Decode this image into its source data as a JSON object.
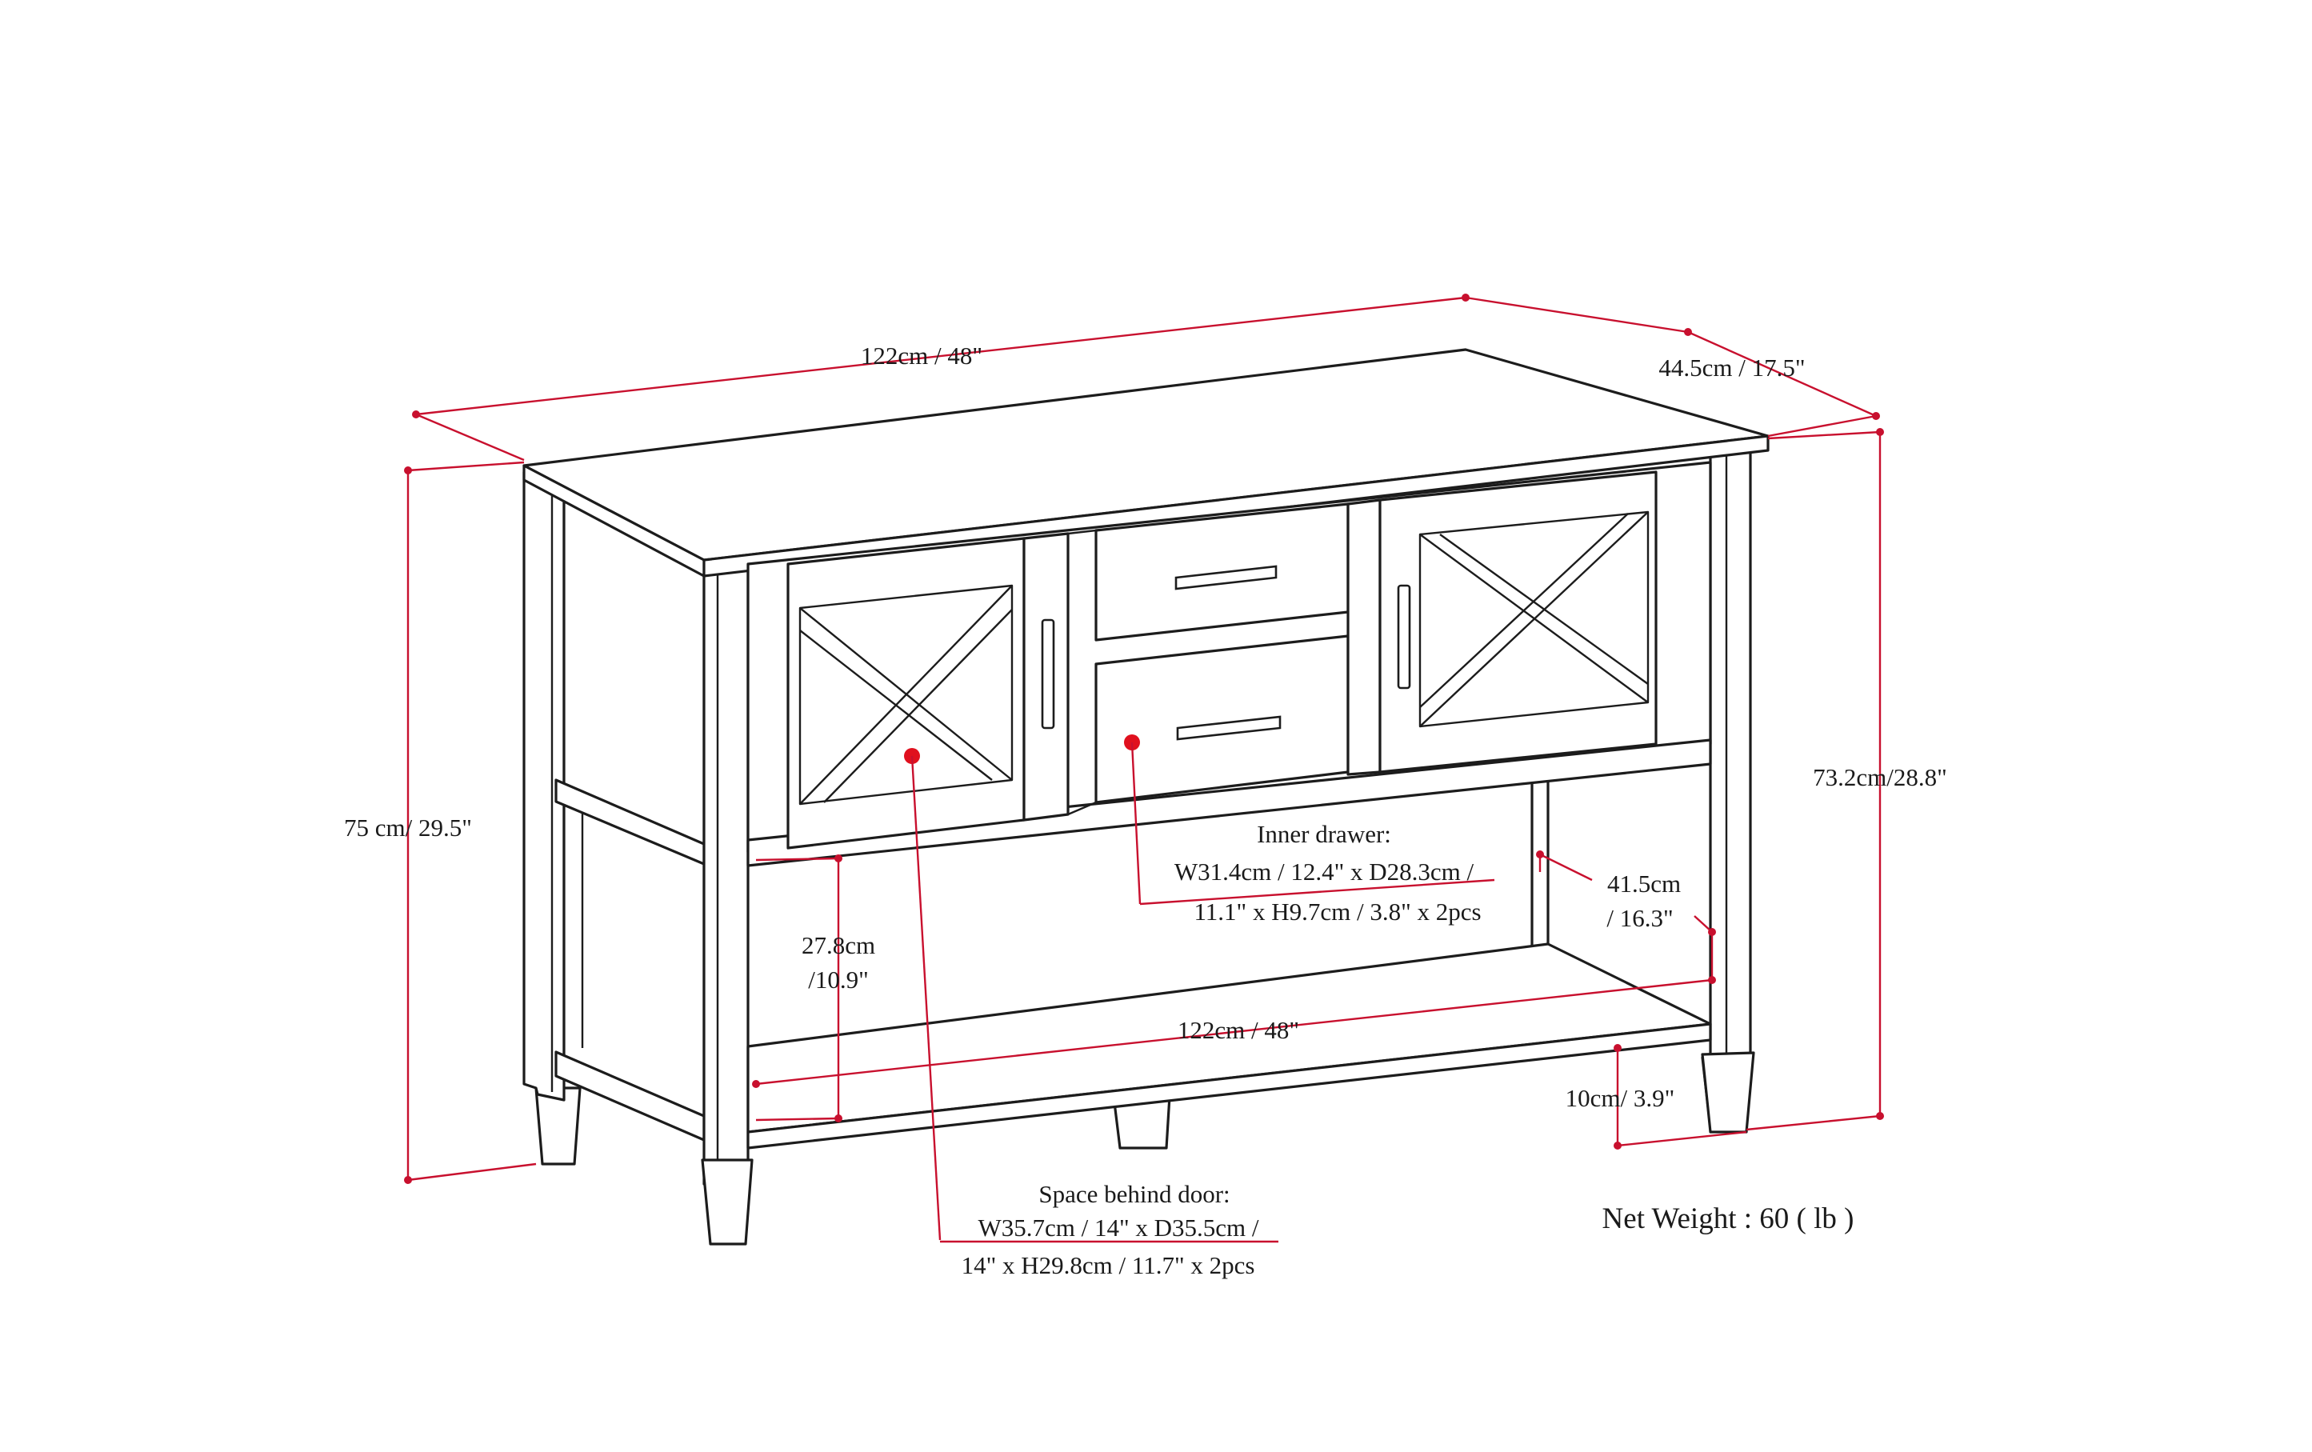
{
  "accent_color": "#c8102e",
  "line_color": "#1c1c1c",
  "dimensions": {
    "top_width": "122cm / 48\"",
    "top_depth": "44.5cm / 17.5\"",
    "overall_height_left": "75 cm/ 29.5\"",
    "overall_height_right": "73.2cm/28.8\"",
    "shelf_clearance_line1": "27.8cm",
    "shelf_clearance_line2": "/10.9\"",
    "shelf_depth_line1": "41.5cm",
    "shelf_depth_line2": "/ 16.3\"",
    "shelf_width": "122cm / 48\"",
    "leg_height": "10cm/ 3.9\""
  },
  "inner_drawer": {
    "title": "Inner drawer:",
    "line1": "W31.4cm / 12.4\" x D28.3cm /",
    "line2": "11.1\" x H9.7cm / 3.8\" x 2pcs"
  },
  "space_behind_door": {
    "title": "Space behind door:",
    "line1": "W35.7cm / 14\" x D35.5cm /",
    "line2": "14\" x H29.8cm / 11.7\" x 2pcs"
  },
  "net_weight": "Net Weight : 60 ( lb )"
}
